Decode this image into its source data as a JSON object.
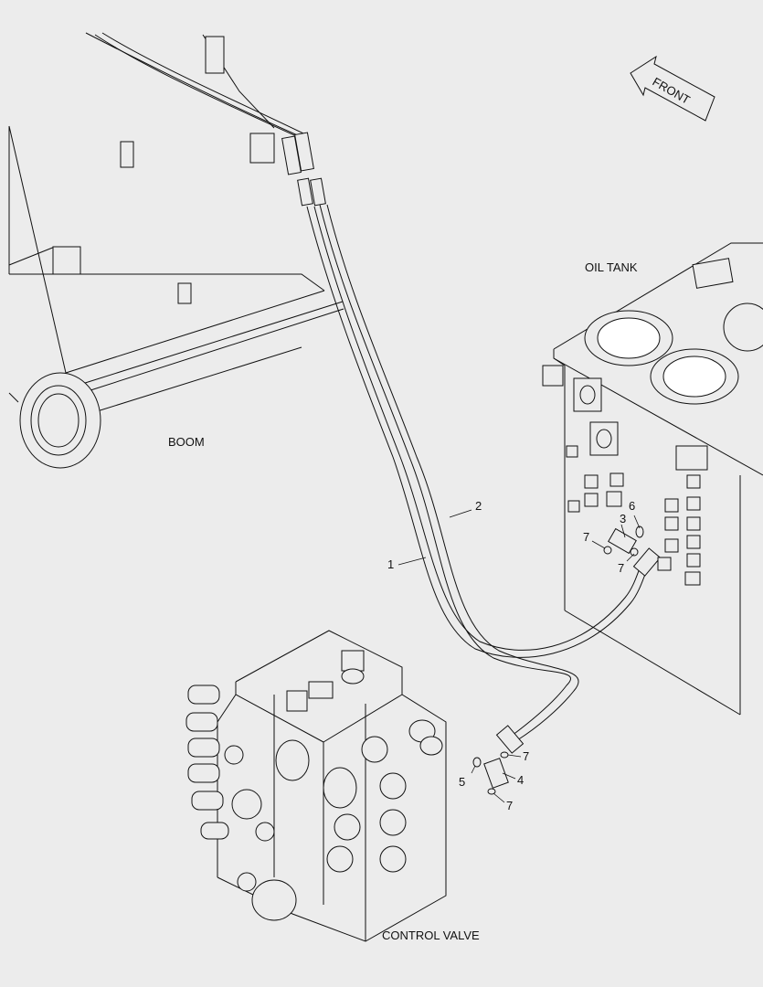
{
  "labels": {
    "front": "FRONT",
    "boom": "BOOM",
    "oil_tank": "OIL TANK",
    "control_valve": "CONTROL VALVE"
  },
  "callouts": {
    "c1": "1",
    "c2": "2",
    "c3": "3",
    "c4": "4",
    "c5": "5",
    "c6": "6",
    "c7": "7"
  }
}
